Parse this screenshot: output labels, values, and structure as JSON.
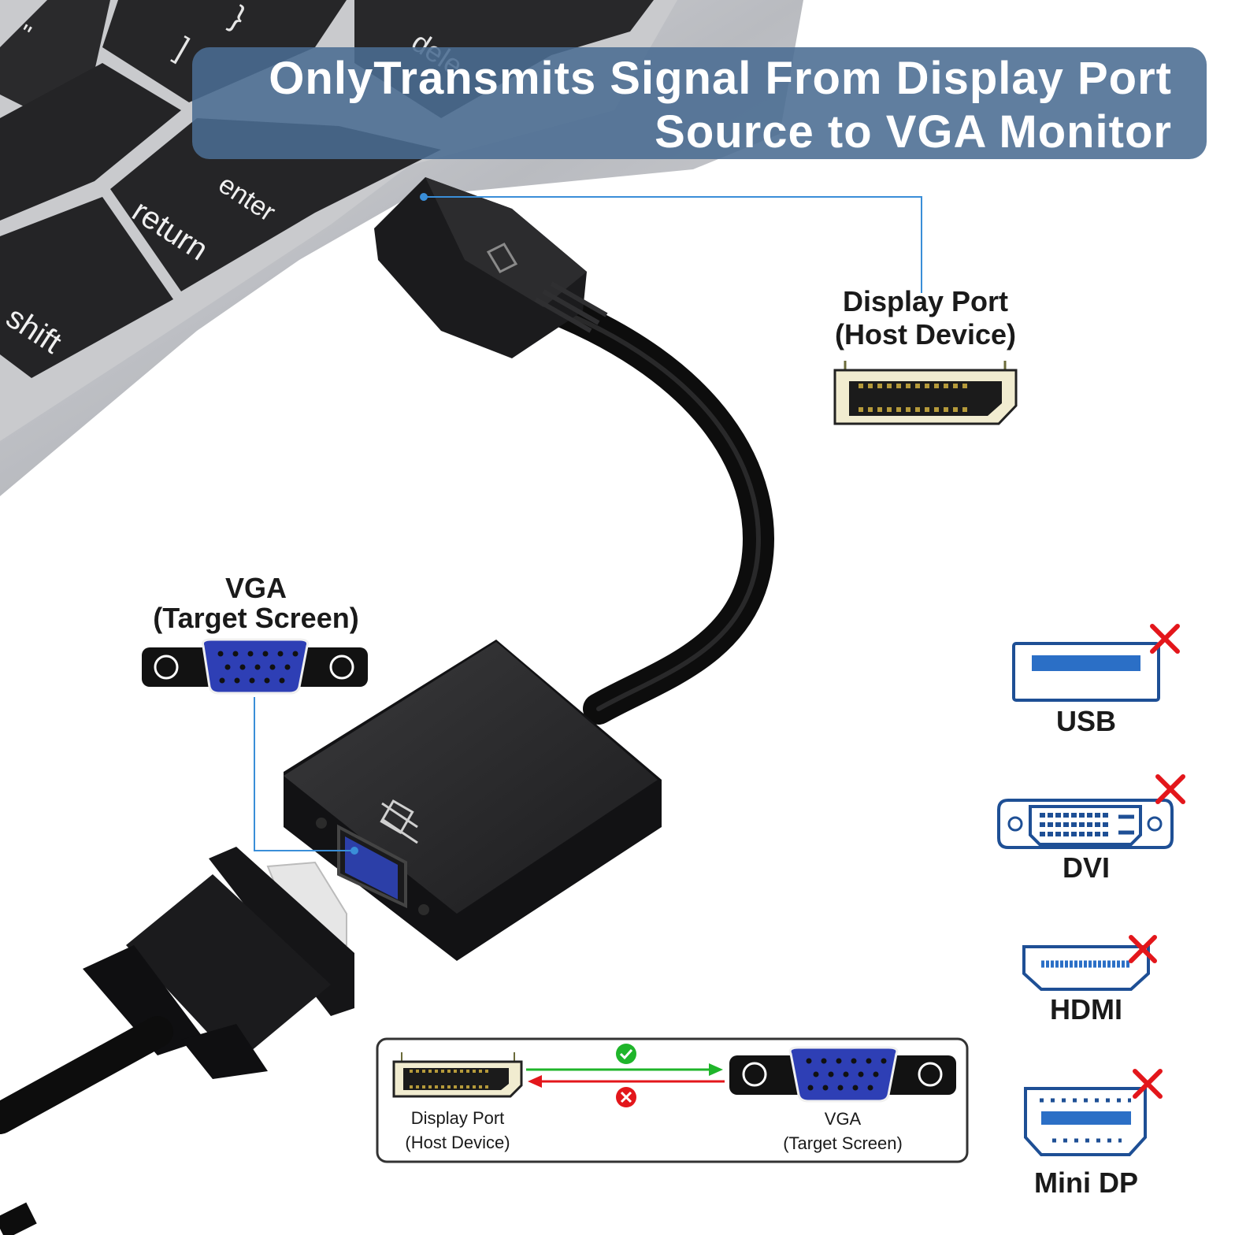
{
  "headline": {
    "line1": "OnlyTransmits Signal From Display Port",
    "line2": "Source to VGA Monitor"
  },
  "callouts": {
    "displayport": {
      "title": "Display Port",
      "subtitle": "(Host Device)"
    },
    "vga": {
      "title": "VGA",
      "subtitle": "(Target Screen)"
    }
  },
  "unsupported_ports": [
    "USB",
    "DVI",
    "HDMI",
    "Mini DP"
  ],
  "direction_diagram": {
    "source": {
      "title": "Display Port",
      "subtitle": "(Host Device)"
    },
    "target": {
      "title": "VGA",
      "subtitle": "(Target Screen)"
    },
    "forward_supported": true,
    "reverse_supported": false
  },
  "colors": {
    "banner": "#4a6c92",
    "callout_line": "#3a8ed8",
    "port_outline": "#1e4f95",
    "vga_blue": "#2e3fb5",
    "supported": "#1fb52a",
    "unsupported": "#e3161b"
  },
  "icons": [
    "usb-port-icon",
    "dvi-port-icon",
    "hdmi-port-icon",
    "mini-displayport-icon",
    "check-icon",
    "cross-circle-icon"
  ]
}
